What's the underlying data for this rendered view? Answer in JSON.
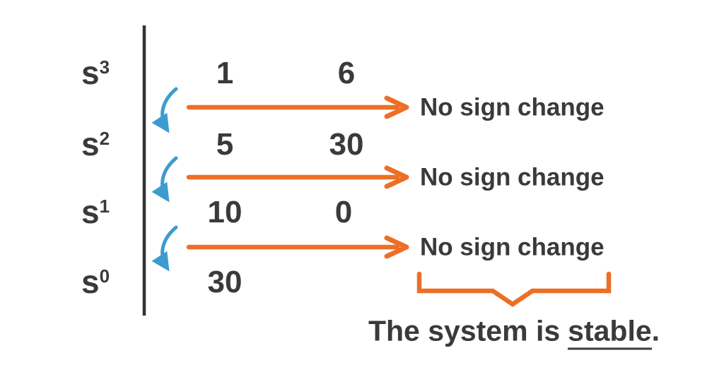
{
  "diagram": {
    "colors": {
      "accent_orange": "#ED6F26",
      "accent_blue": "#3D9BD0",
      "text_dark": "#3A3A3A"
    },
    "rows": [
      {
        "base": "s",
        "exp": "3",
        "col1": "1",
        "col2": "6"
      },
      {
        "base": "s",
        "exp": "2",
        "col1": "5",
        "col2": "30"
      },
      {
        "base": "s",
        "exp": "1",
        "col1": "10",
        "col2": "0"
      },
      {
        "base": "s",
        "exp": "0",
        "col1": "30"
      }
    ],
    "annotations": [
      "No sign change",
      "No sign change",
      "No sign change"
    ],
    "conclusion": {
      "prefix": "The system is",
      "emphasis": "stable",
      "suffix": "."
    }
  }
}
